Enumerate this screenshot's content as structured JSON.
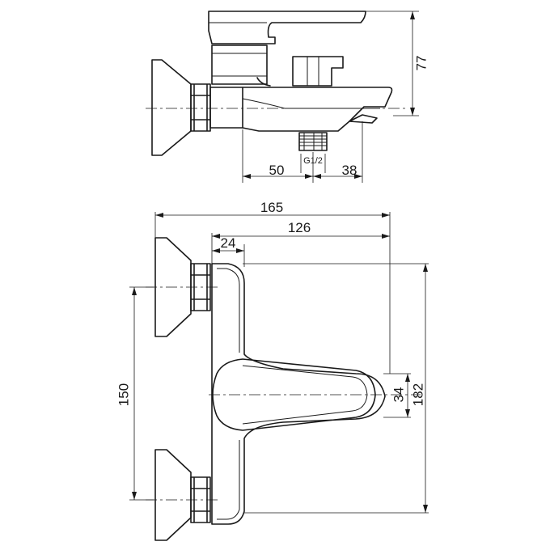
{
  "dimensions": {
    "top_view": {
      "height_right": "77",
      "thread": "G1/2",
      "offset_left": "50",
      "offset_right": "38"
    },
    "front_view": {
      "total_length": "165",
      "spout_length": "126",
      "body_depth": "24",
      "handle_width": "34",
      "total_height": "182",
      "center_distance": "150"
    }
  }
}
